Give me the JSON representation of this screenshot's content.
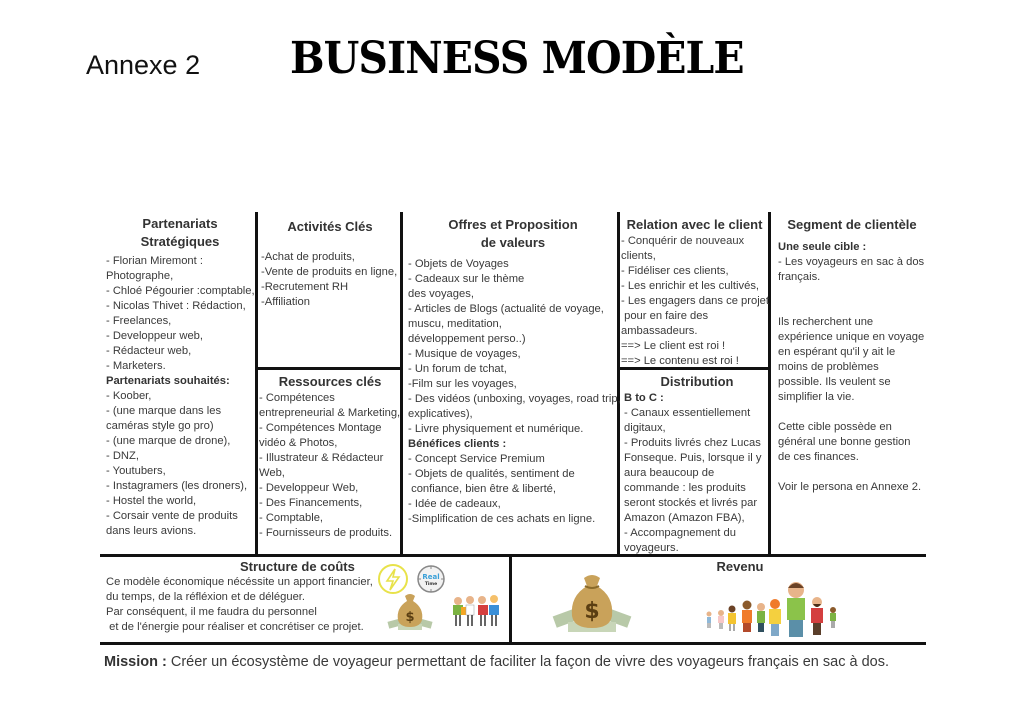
{
  "header": {
    "annexe": "Annexe 2",
    "title": "BUSINESS MODÈLE"
  },
  "partenariats": {
    "title_line1": "Partenariats",
    "title_line2": "Stratégiques",
    "items": [
      "- Florian Miremont :",
      "Photographe,",
      "- Chloé Pégourier :comptable,",
      "- Nicolas Thivet : Rédaction,",
      "- Freelances,",
      "- Developpeur web,",
      "- Rédacteur web,",
      "- Marketers."
    ],
    "souhaites_label": "Partenariats souhaités:",
    "souhaites": [
      "- Koober,",
      "- (une marque dans les",
      "caméras style go pro)",
      "- (une marque de drone),",
      "- DNZ,",
      "- Youtubers,",
      "- Instagramers (les droners),",
      "- Hostel the world,",
      "- Corsair vente de produits",
      "dans leurs avions."
    ]
  },
  "activites": {
    "title": "Activités Clés",
    "items": [
      "-Achat de produits,",
      "-Vente de produits en ligne,",
      "-Recrutement RH",
      "-Affiliation"
    ]
  },
  "ressources": {
    "title": "Ressources clés",
    "items": [
      "- Compétences",
      "entrepreneurial & Marketing,",
      "- Compétences Montage",
      "vidéo & Photos,",
      "- Illustrateur & Rédacteur",
      "Web,",
      "- Developpeur Web,",
      "- Des Financements,",
      "- Comptable,",
      "- Fournisseurs de produits."
    ]
  },
  "offres": {
    "title_line1": "Offres et Proposition",
    "title_line2": "de valeurs",
    "items": [
      "- Objets de Voyages",
      "- Cadeaux sur le thème",
      "des voyages,",
      "- Articles de Blogs (actualité de voyage,",
      "muscu, meditation,",
      "développement perso..)",
      "- Musique de voyages,",
      "- Un forum de tchat,",
      "-Film sur les voyages,",
      "- Des vidéos (unboxing, voyages, road trip,",
      "explicatives),",
      "- Livre physiquement et numérique."
    ],
    "benefices_label": "Bénéfices clients :",
    "benefices": [
      "- Concept Service Premium",
      "- Objets de qualités, sentiment de",
      " confiance, bien être & liberté,",
      "- Idée de cadeaux,",
      "-Simplification de ces achats en ligne."
    ]
  },
  "relation": {
    "title": "Relation avec le client",
    "items": [
      "- Conquérir de nouveaux",
      "clients,",
      "- Fidéliser ces clients,",
      "- Les enrichir et les cultivés,",
      "- Les engagers dans ce projet",
      " pour en faire des",
      "ambassadeurs.",
      "==> Le client est roi !",
      "==> Le contenu est roi !"
    ]
  },
  "distribution": {
    "title": "Distribution",
    "sub_label": "B to C :",
    "items": [
      "- Canaux essentiellement",
      "digitaux,",
      "- Produits livrés chez Lucas",
      "Fonseque. Puis, lorsque il y",
      "aura beaucoup de",
      "commande : les produits",
      "seront stockés et livrés par",
      "Amazon (Amazon FBA),",
      "- Accompagnement du",
      "voyageurs."
    ]
  },
  "segment": {
    "title": "Segment de clientèle",
    "cible_label": "Une seule cible :",
    "items": [
      "- Les voyageurs en sac à dos",
      "français.",
      "",
      "",
      "Ils recherchent une",
      "expérience unique en voyage",
      "en espérant qu'il y ait le",
      "moins de problèmes",
      "possible. Ils veulent se",
      "simplifier la vie.",
      "",
      "Cette cible possède en",
      "général une bonne gestion",
      "de ces finances.",
      "",
      "Voir le persona en Annexe 2."
    ]
  },
  "couts": {
    "title": "Structure de coûts",
    "items": [
      "Ce modèle économique nécéssite un apport financier,",
      "du temps, de la réfléxion et de déléguer.",
      "Par conséquent, il me faudra du personnel",
      " et de l'énergie pour réaliser et concrétiser ce projet."
    ],
    "clock_label_1": "Real",
    "clock_label_2": "Time"
  },
  "revenu": {
    "title": "Revenu"
  },
  "mission": {
    "label": "Mission :",
    "text": " Créer un écosystème de voyageur permettant de faciliter la façon de vivre des voyageurs français en sac à dos."
  },
  "colors": {
    "border": "#111111",
    "text": "#3a3a3a",
    "bolt": "#e8e24a",
    "money_bag": "#c9a25a",
    "cash": "#b8c9a8"
  }
}
